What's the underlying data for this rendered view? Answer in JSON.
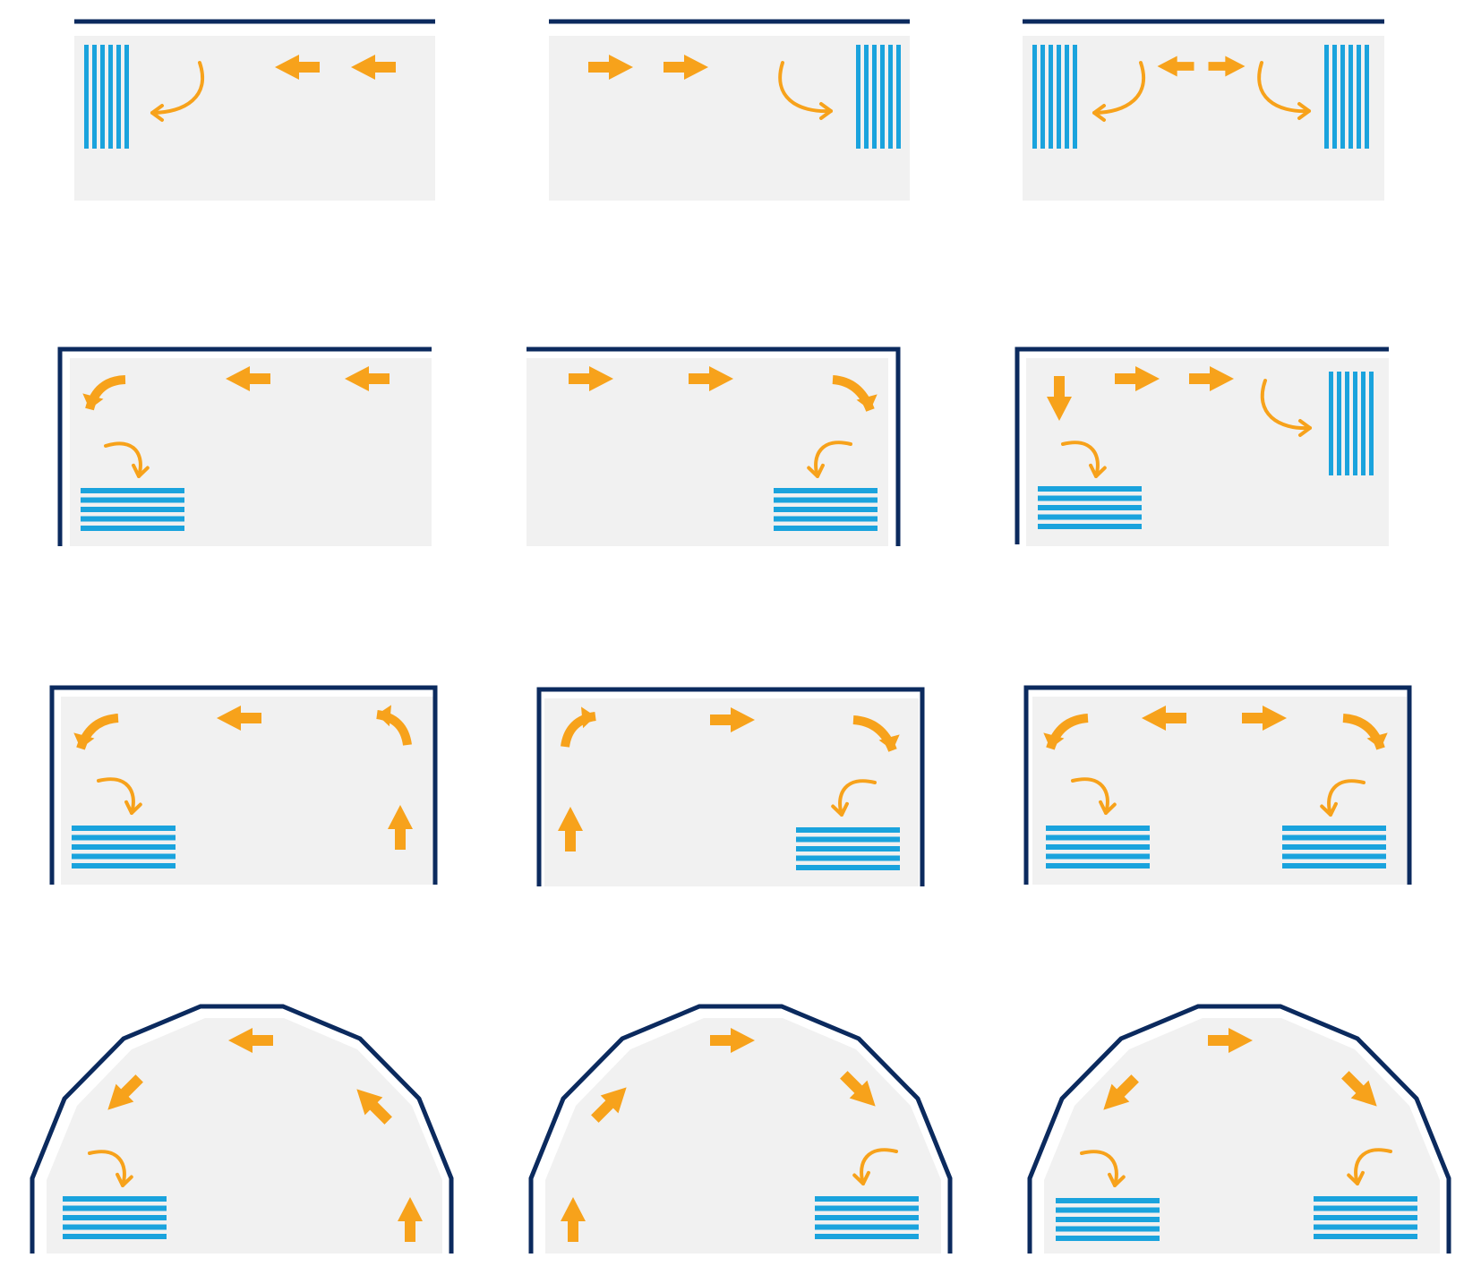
{
  "colors": {
    "wall": "#0b2a5e",
    "floor": "#f1f1f1",
    "arrow": "#f7a21b",
    "rack": "#1aa3dd",
    "background": "#ffffff"
  },
  "diagram": {
    "rows": [
      {
        "row": "single-wall",
        "panels": [
          {
            "id": "p1",
            "racks": [
              "vertical-left"
            ],
            "flow": [
              "arrows-left",
              "curl-into-left-rack"
            ]
          },
          {
            "id": "p2",
            "racks": [
              "vertical-right"
            ],
            "flow": [
              "arrows-right",
              "curl-into-right-rack"
            ]
          },
          {
            "id": "p3",
            "racks": [
              "vertical-left",
              "vertical-right"
            ],
            "flow": [
              "split-from-center",
              "curl-into-both-racks"
            ]
          }
        ]
      },
      {
        "row": "two-walls",
        "panels": [
          {
            "id": "p4",
            "racks": [
              "horizontal-bottom-left"
            ],
            "flow": [
              "arrows-left",
              "down-left-corner",
              "curl-into-rack"
            ]
          },
          {
            "id": "p5",
            "racks": [
              "horizontal-bottom-right"
            ],
            "flow": [
              "arrows-right",
              "down-right-corner",
              "curl-into-rack"
            ]
          },
          {
            "id": "p6",
            "racks": [
              "horizontal-bottom-left",
              "vertical-right"
            ],
            "flow": [
              "down-left",
              "arrows-right",
              "curl-into-both-racks"
            ]
          }
        ]
      },
      {
        "row": "three-walls",
        "panels": [
          {
            "id": "p7",
            "racks": [
              "horizontal-bottom-left"
            ],
            "flow": [
              "up-right",
              "arrows-left",
              "curl-into-rack"
            ]
          },
          {
            "id": "p8",
            "racks": [
              "horizontal-bottom-right"
            ],
            "flow": [
              "up-left",
              "arrows-right",
              "curl-into-rack"
            ]
          },
          {
            "id": "p9",
            "racks": [
              "horizontal-bottom-left",
              "horizontal-bottom-right"
            ],
            "flow": [
              "split-from-center",
              "curl-into-both-racks"
            ]
          }
        ]
      },
      {
        "row": "dome",
        "panels": [
          {
            "id": "p10",
            "racks": [
              "horizontal-bottom-left"
            ],
            "flow": [
              "counter-clockwise",
              "curl-into-rack"
            ]
          },
          {
            "id": "p11",
            "racks": [
              "horizontal-bottom-right"
            ],
            "flow": [
              "clockwise",
              "curl-into-rack"
            ]
          },
          {
            "id": "p12",
            "racks": [
              "horizontal-bottom-left",
              "horizontal-bottom-right"
            ],
            "flow": [
              "split-from-top",
              "curl-into-both-racks"
            ]
          }
        ]
      }
    ]
  },
  "icons": [
    "straight-arrow-icon",
    "curved-arrow-icon",
    "thin-curl-arrow-icon",
    "rack-icon"
  ]
}
